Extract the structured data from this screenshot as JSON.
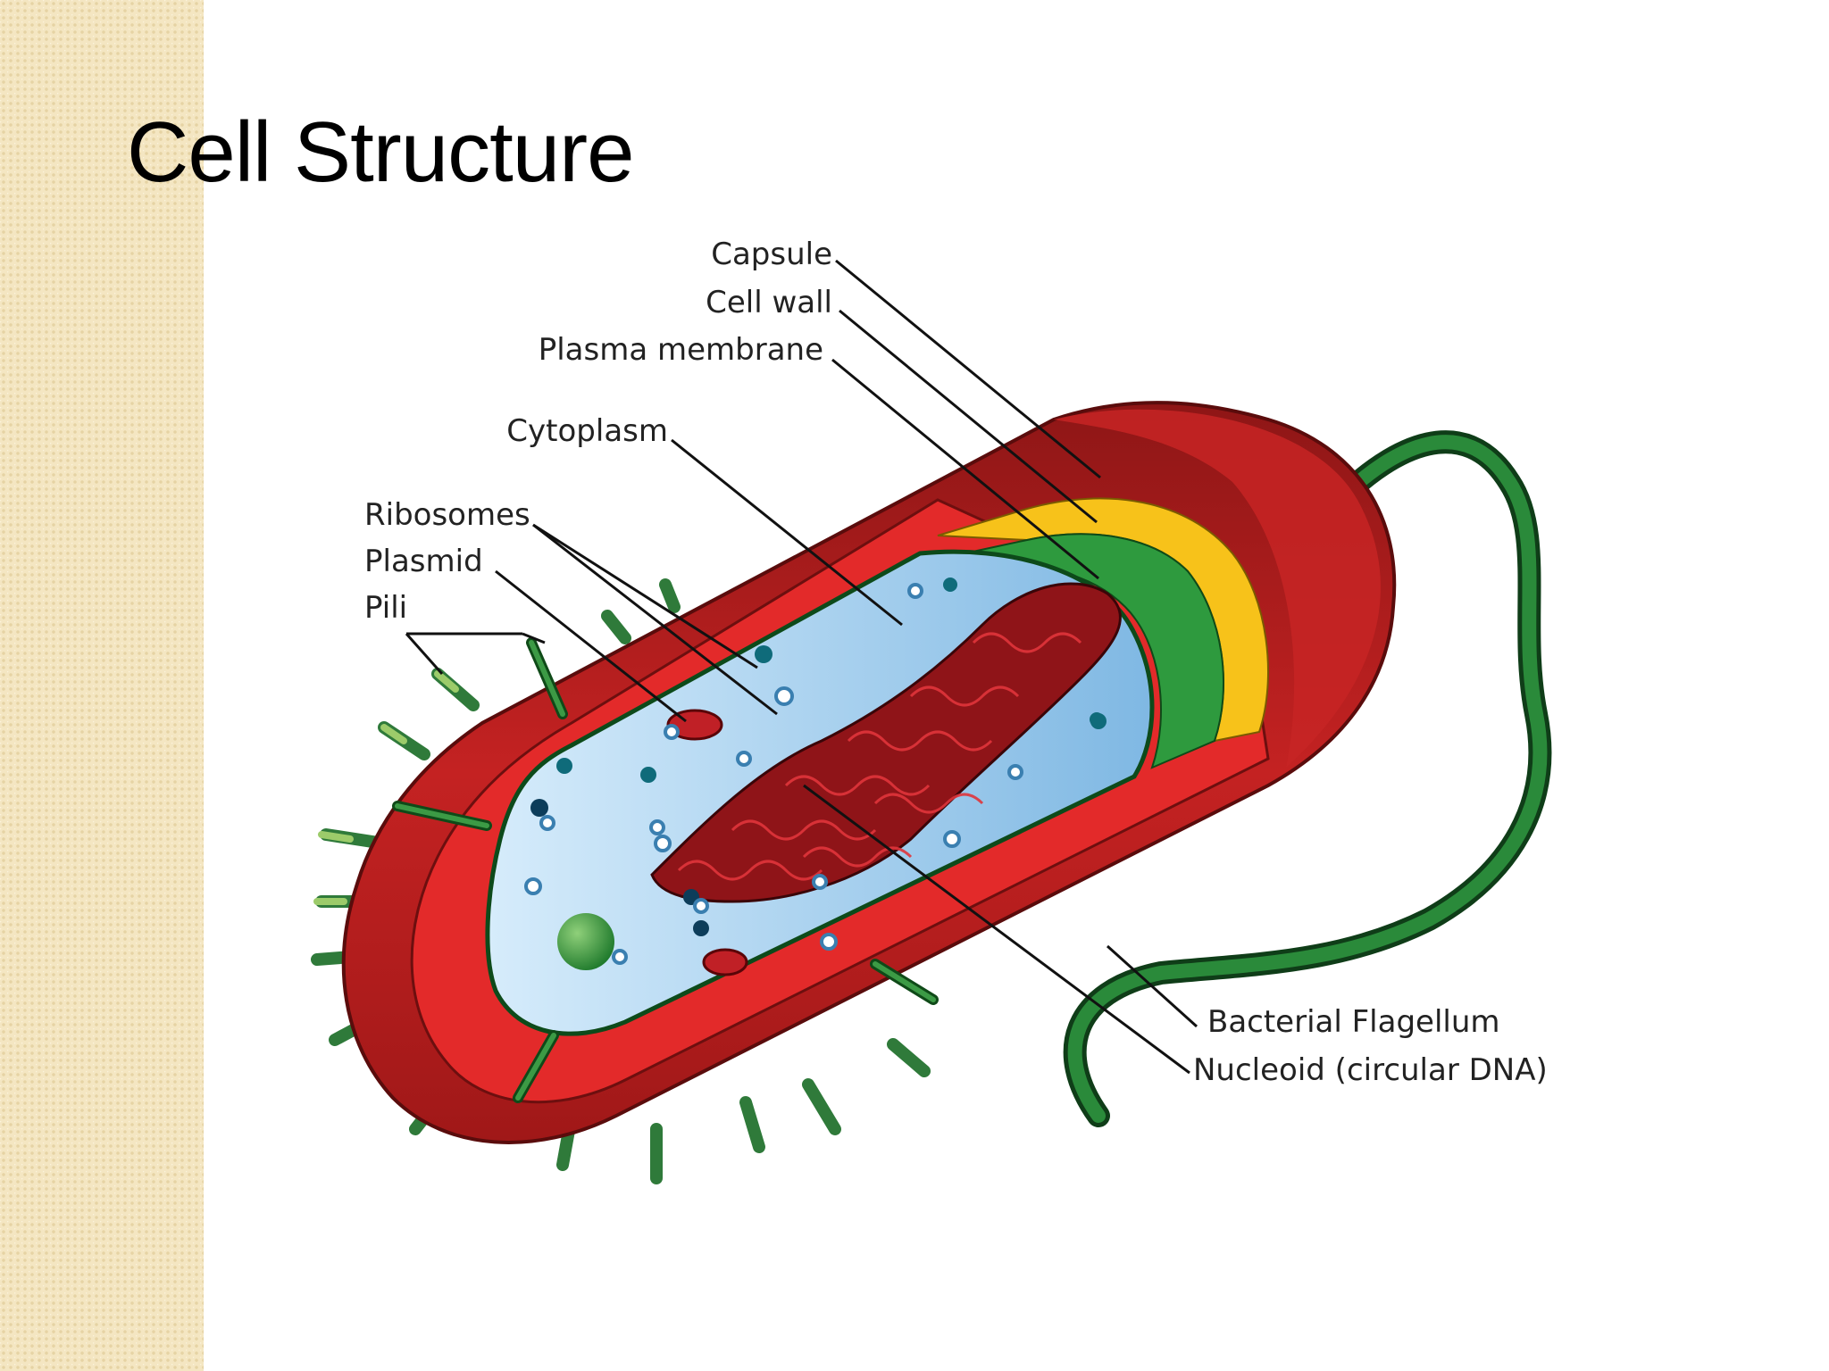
{
  "slide": {
    "title": "Cell Structure"
  },
  "labels": {
    "capsule": "Capsule",
    "cell_wall": "Cell wall",
    "plasma_membrane": "Plasma membrane",
    "cytoplasm": "Cytoplasm",
    "ribosomes": "Ribosomes",
    "plasmid": "Plasmid",
    "pili": "Pili",
    "flagellum": "Bacterial Flagellum",
    "nucleoid": "Nucleoid (circular DNA)"
  },
  "colors": {
    "capsule": "#b51f1f",
    "cell_wall": "#e12a2a",
    "membrane_yellow": "#f7c21a",
    "membrane_green": "#2e9a3e",
    "cytoplasm": "#bfe0f5",
    "nucleoid": "#9b1a1f",
    "pili": "#2f7a3a",
    "flagellum": "#1d6b2c"
  }
}
